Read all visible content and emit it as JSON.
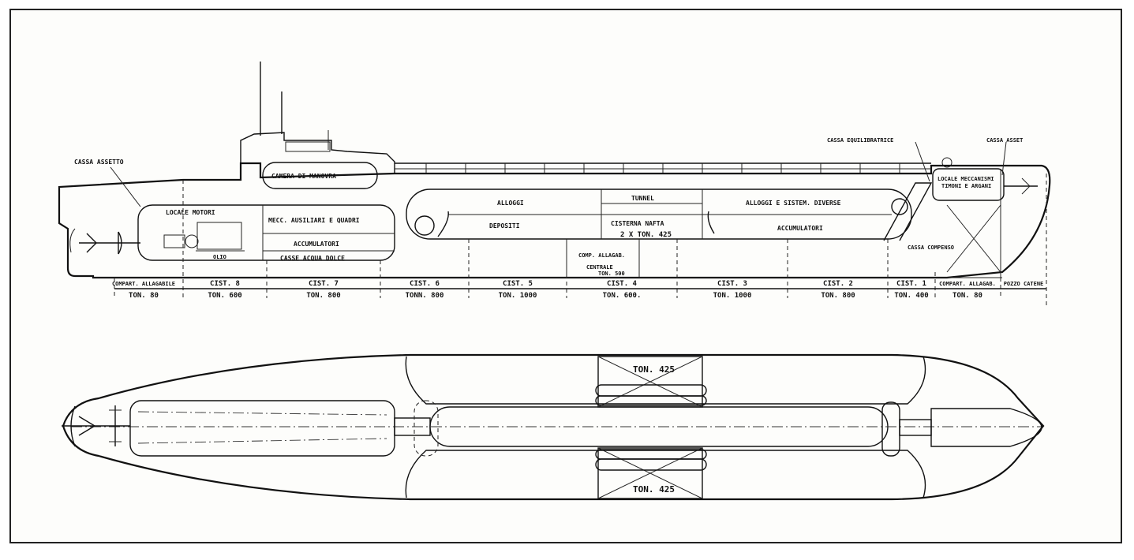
{
  "profile": {
    "labels": {
      "cassa_assetto_aft": "CASSA ASSETTO",
      "locale_motori": "LOCALE MOTORI",
      "olio": "OLIO",
      "camera_manovra": "CAMERA DI MANOVRA",
      "mecc_ausiliari": "MECC. AUSILIARI E QUADRI",
      "accumulatori_aft": "ACCUMULATORI",
      "casse_acqua": "CASSE ACQUA DOLCE",
      "alloggi": "ALLOGGI",
      "depositi": "DEPOSITI",
      "tunnel": "TUNNEL",
      "cisterna_nafta": "CISTERNA NAFTA",
      "cisterna_nafta_ton": "2 X TON. 425",
      "alloggi_sistem": "ALLOGGI E SISTEM. DIVERSE",
      "accumulatori_fwd": "ACCUMULATORI",
      "comp_allagab_1": "COMP. ALLAGAB.",
      "comp_allagab_2": "CENTRALE",
      "comp_allagab_3": "TON. 500",
      "cassa_equilibratrice": "CASSA EQUILIBRATRICE",
      "cassa_assetto_fwd": "CASSA ASSET",
      "locale_meccanismi_1": "LOCALE MECCANISMI",
      "locale_meccanismi_2": "TIMONI E ARGANI",
      "cassa_compenso": "CASSA COMPENSO"
    },
    "compartments": [
      {
        "name": "COMPART. ALLAGABILE",
        "ton": "TON. 80"
      },
      {
        "name": "CIST. 8",
        "ton": "TON. 600"
      },
      {
        "name": "CIST. 7",
        "ton": "TON. 800"
      },
      {
        "name": "CIST. 6",
        "ton": "TONN. 800"
      },
      {
        "name": "CIST. 5",
        "ton": "TON. 1000"
      },
      {
        "name": "CIST. 4",
        "ton": "TON. 600."
      },
      {
        "name": "CIST. 3",
        "ton": "TON. 1000"
      },
      {
        "name": "CIST. 2",
        "ton": "TON. 800"
      },
      {
        "name": "CIST. 1",
        "ton": "TON. 400"
      },
      {
        "name": "COMPART. ALLAGAB.",
        "ton": "TON. 80"
      },
      {
        "name": "POZZO CATENE",
        "ton": ""
      }
    ]
  },
  "plan": {
    "ton_top": "TON. 425",
    "ton_bottom": "TON. 425"
  }
}
